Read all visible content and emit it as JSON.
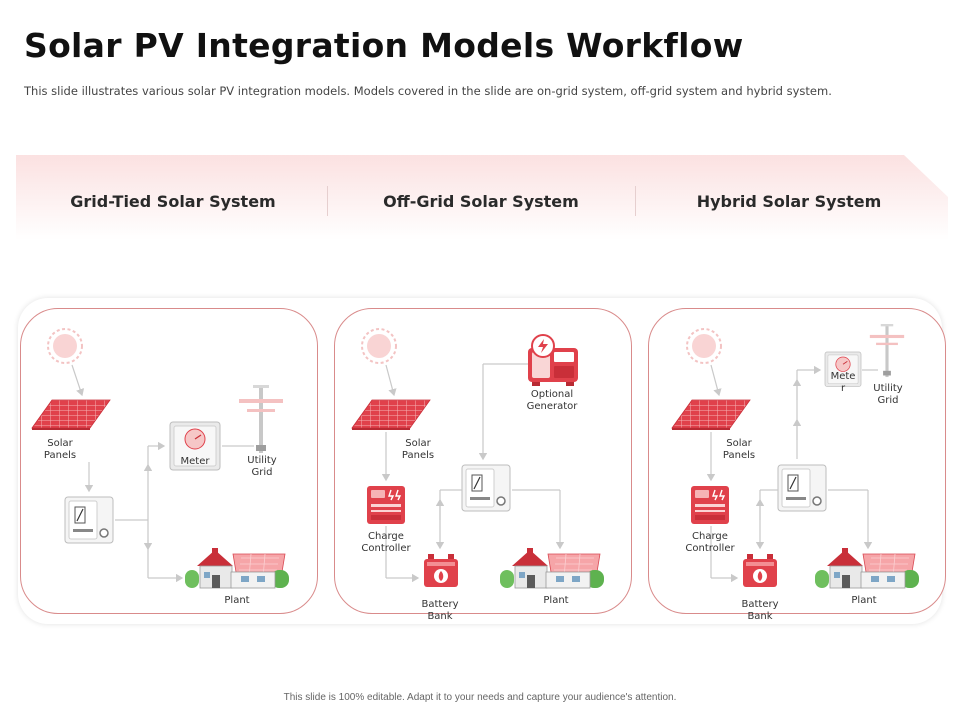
{
  "title": "Solar PV Integration Models Workflow",
  "subtitle": "This slide illustrates various solar PV integration  models. Models covered in the slide are on-grid system, off-grid system and hybrid system.",
  "columns": [
    "Grid-Tied Solar System",
    "Off-Grid Solar System",
    "Hybrid Solar System"
  ],
  "grid_tied": {
    "solar_panels": "Solar\nPanels",
    "meter": "Meter",
    "utility_grid": "Utility\nGrid",
    "plant": "Plant"
  },
  "off_grid": {
    "solar_panels": "Solar\nPanels",
    "optional_generator": "Optional\nGenerator",
    "charge_controller": "Charge\nController",
    "battery_bank": "Battery\nBank",
    "plant": "Plant"
  },
  "hybrid": {
    "solar_panels": "Solar\nPanels",
    "meter": "Mete\nr",
    "utility_grid": "Utility\nGrid",
    "charge_controller": "Charge\nController",
    "battery_bank": "Battery\nBank",
    "plant": "Plant"
  },
  "footer": "This slide is 100% editable.  Adapt it to your needs and capture your audience's attention.",
  "icons": [
    "sun-icon",
    "solar-panel-icon",
    "meter-icon",
    "utility-pole-icon",
    "inverter-icon",
    "house-icon",
    "generator-icon",
    "charge-controller-icon",
    "battery-icon"
  ],
  "colors": {
    "accent": "#e0414b",
    "panel_border": "#d98b8b",
    "banner": "#fbe3e3",
    "arrow": "#c9c9c9"
  }
}
